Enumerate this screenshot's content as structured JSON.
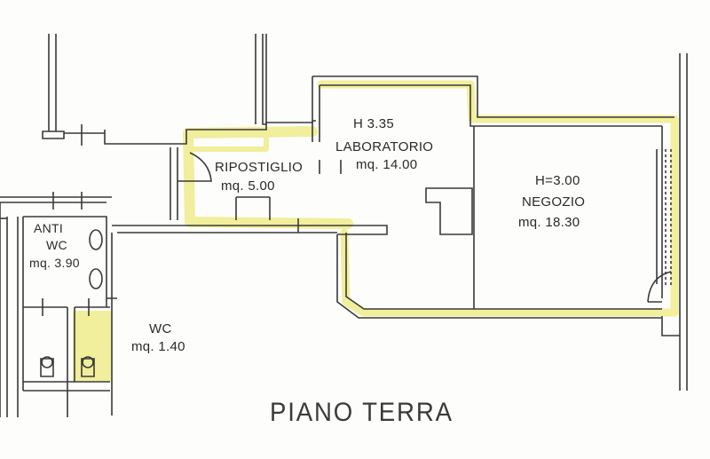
{
  "plan": {
    "title": "PIANO TERRA",
    "highlight_color": "#f0ec8c",
    "wall_color": "#3a3a3a",
    "rooms": {
      "laboratorio": {
        "height": "H  3.35",
        "name": "LABORATORIO",
        "area": "mq.  14.00"
      },
      "negozio": {
        "height": "H=3.00",
        "name": "NEGOZIO",
        "area": "mq.  18.30"
      },
      "ripostiglio": {
        "name": "RIPOSTIGLIO",
        "area": "mq.  5.00"
      },
      "anti_wc": {
        "name_line1": "ANTI",
        "name_line2": "WC",
        "area": "mq.  3.90"
      },
      "wc": {
        "name": "WC",
        "area": "mq.  1.40"
      }
    }
  }
}
